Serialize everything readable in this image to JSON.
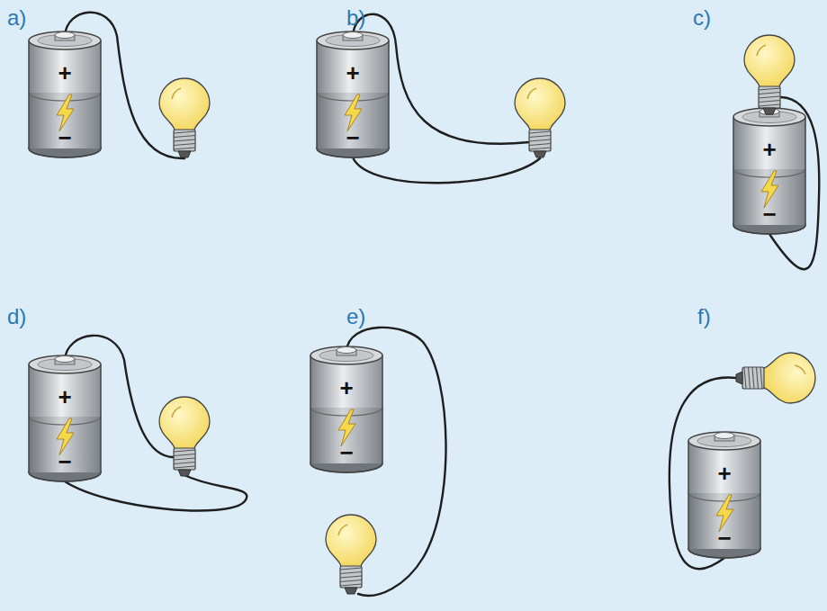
{
  "diagram": {
    "labels": [
      "a)",
      "+",
      "−",
      "b)",
      "+",
      "−",
      "c)",
      "+",
      "−",
      "d)",
      "+",
      "−",
      "e)",
      "+",
      "−",
      "f)",
      "+",
      "−"
    ]
  }
}
